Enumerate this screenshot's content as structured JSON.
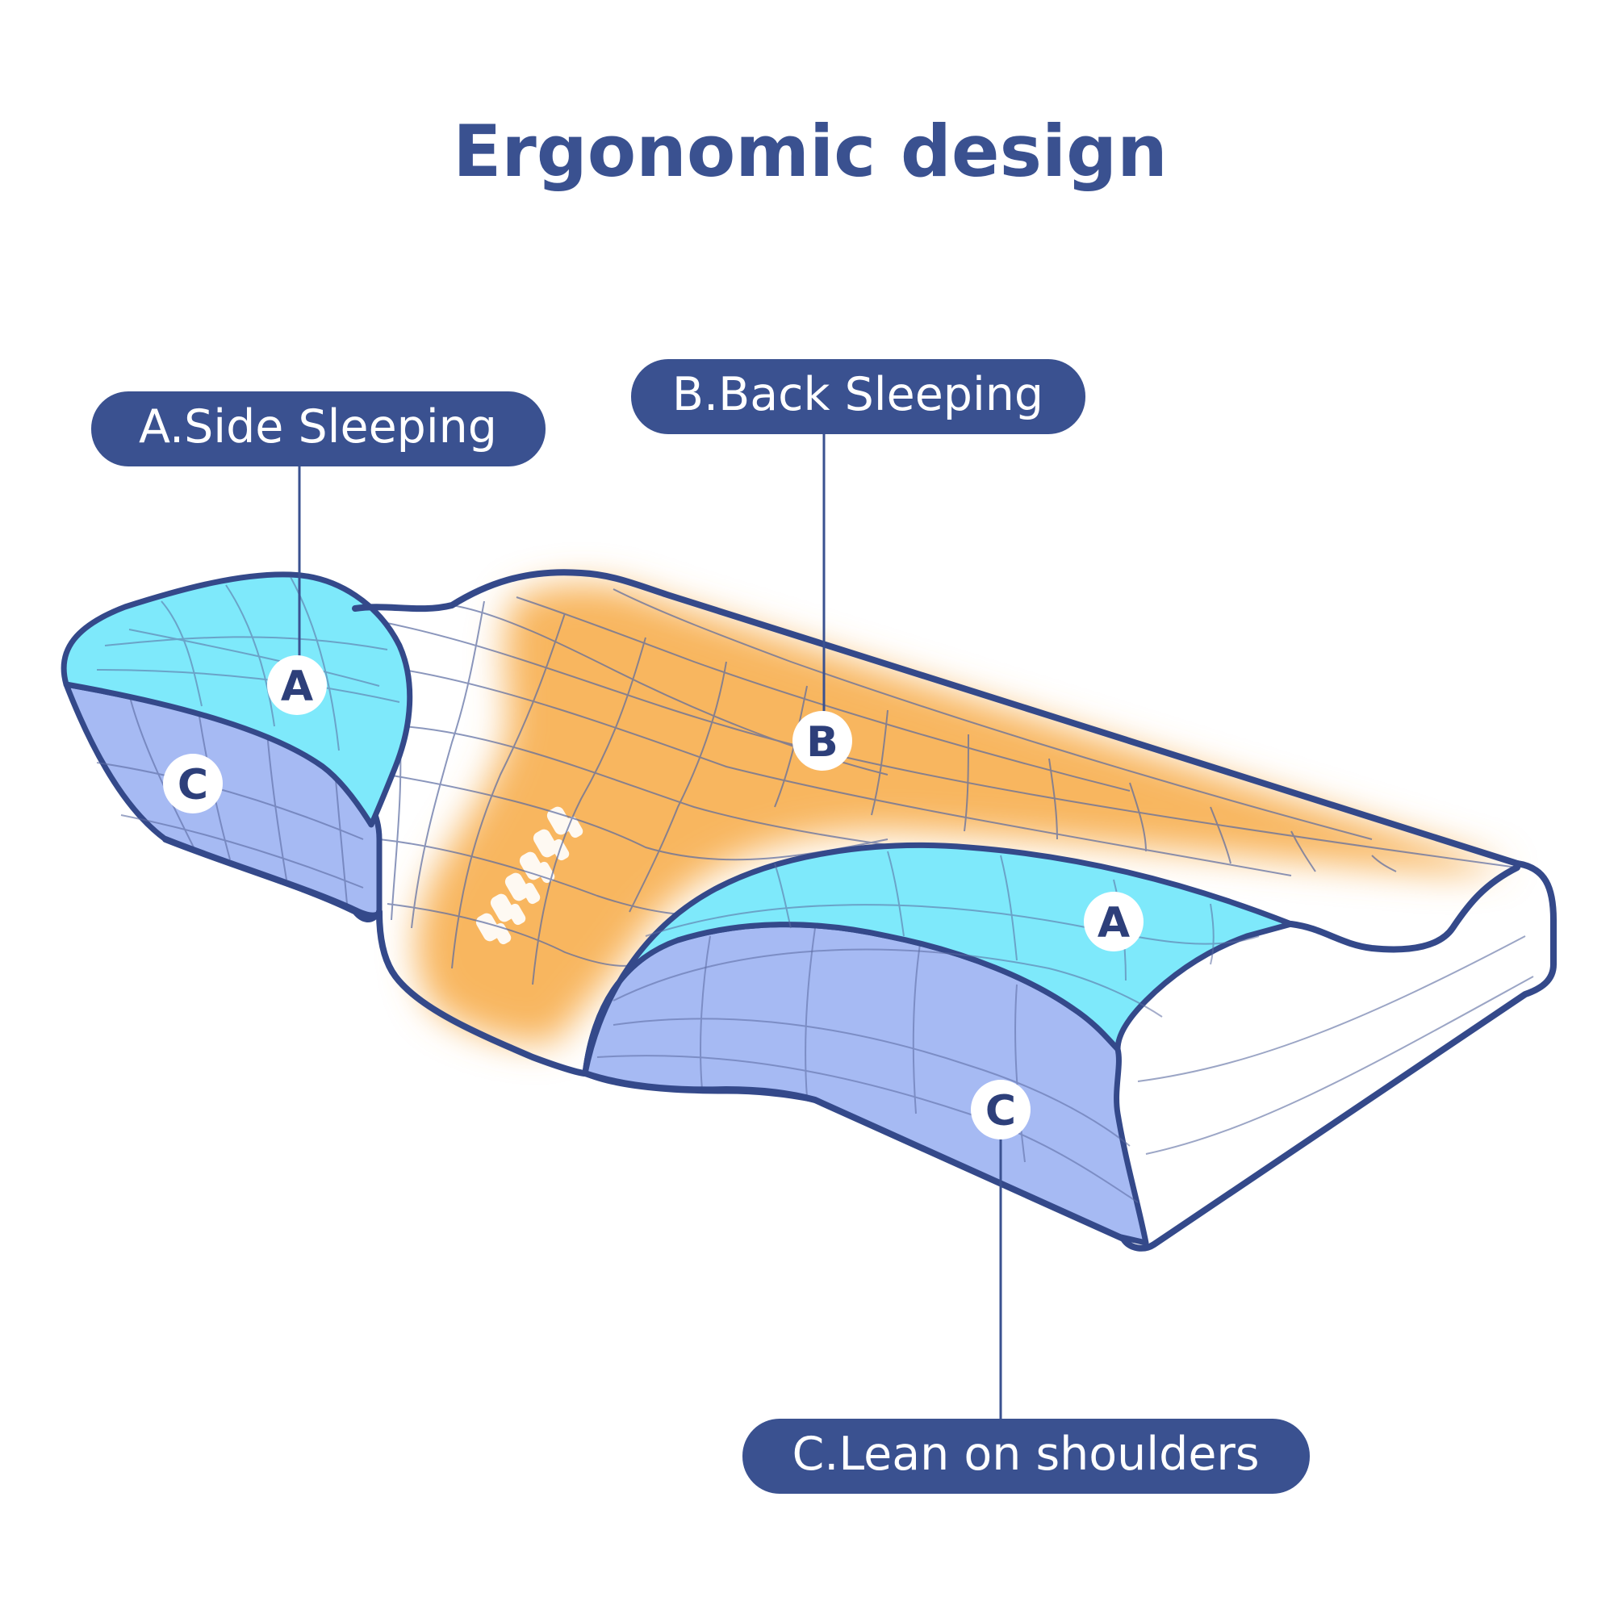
{
  "title": "Ergonomic design",
  "labels": {
    "side_sleeping": "A.Side Sleeping",
    "back_sleeping": "B.Back Sleeping",
    "lean_shoulders": "C.Lean on shoulders"
  },
  "markers": {
    "a": "A",
    "b": "B",
    "c": "C"
  },
  "colors": {
    "navy": "#3a5190",
    "outline": "#34498a",
    "zone_a_cyan": "#7ee9fb",
    "zone_c_periwinkle": "#a6baf3",
    "zone_b_orange": "#f8b257",
    "pillow_white": "#ffffff",
    "grid_line": "#5a6aa0"
  }
}
